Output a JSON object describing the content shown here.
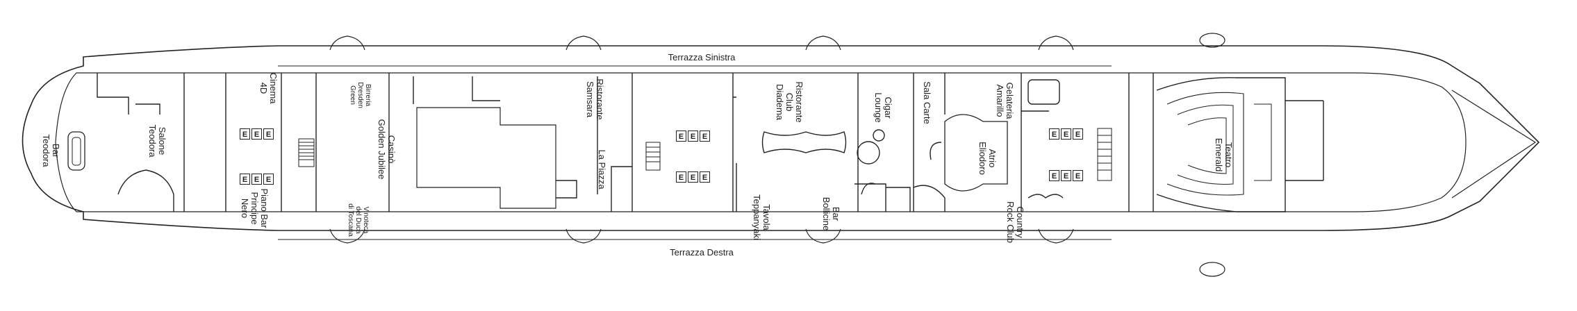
{
  "deck": {
    "terraces": {
      "port": "Terrazza Sinistra",
      "starboard": "Terrazza Destra"
    },
    "venues": {
      "bar_teodora": "Bar\nTeodora",
      "salone_teodora": "Salone\nTeodora",
      "cinema_4d": "Cinema\n4D",
      "piano_bar": "Piano Bar\nPrincipe\nNero",
      "birreria": "Birreria\nDresden\nGreen",
      "vinoteca": "Vinoteca\ndel Duca\ndi Toscana",
      "casino": "Casinò\nGolden Jubilee",
      "ristorante_samsara": "Ristorante\nSamsara",
      "la_piazza": "La Piazza",
      "ristorante_club_diadema": "Ristorante\nClub\nDiadema",
      "tavola_teppanyaki": "Tavola\nTeppanyaki",
      "bar_bollicine": "Bar\nBollicine",
      "cigar_lounge": "Cigar\nLounge",
      "sala_carte": "Sala Carte",
      "atrio_eliodoro": "Atrio\nEliodoro",
      "gelateria_amarillo": "Gelateria\nAmarillo",
      "country_rock_club": "Country\nRock Club",
      "teatro_emerald": "Teatro\nEmerald"
    },
    "elevator_symbol": "E"
  }
}
